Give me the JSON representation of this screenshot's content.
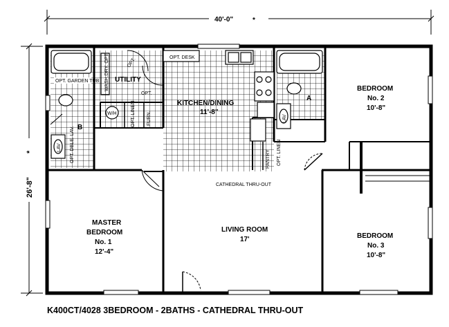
{
  "dimensions": {
    "width": "40'-0\"",
    "width_mark": "*",
    "depth": "26'-8\"",
    "depth_mark": "*"
  },
  "rooms": {
    "kitchen_dining": {
      "name": "KITCHEN/DINING",
      "size": "11'-8\""
    },
    "utility": {
      "name": "UTILITY"
    },
    "bedroom2": {
      "name": "BEDROOM",
      "number": "No. 2",
      "size": "10'-8\""
    },
    "master": {
      "name": "MASTER",
      "name2": "BEDROOM",
      "number": "No. 1",
      "size": "12'-4\""
    },
    "living": {
      "name": "LIVING ROOM",
      "size": "17'"
    },
    "bedroom3": {
      "name": "BEDROOM",
      "number": "No. 3",
      "size": "10'-8\""
    }
  },
  "fixtures": {
    "opt_garden_tub": "OPT. GARDEN TUB",
    "opt_double_lav": "OPT. DBLE. LAV.",
    "lav_left": "LAV",
    "lav_right": "LAV",
    "bath_b": "B",
    "bath_a": "A",
    "wh": "W/H",
    "opt_washer_dryer": "WASH.DRY. OPT.",
    "opt_linen": "OPT. LINEN",
    "furn": "FURN.",
    "opt_left": "OPT.",
    "opt_mid": "OPT.",
    "opt_desk": "OPT. DESK",
    "pantry": "PANTRY",
    "opt_linen_right": "OPT. LINEN",
    "cathedral": "CATHEDRAL THRU-OUT"
  },
  "caption": "K400CT/4028 3BEDROOM - 2BATHS - CATHEDRAL THRU-OUT"
}
